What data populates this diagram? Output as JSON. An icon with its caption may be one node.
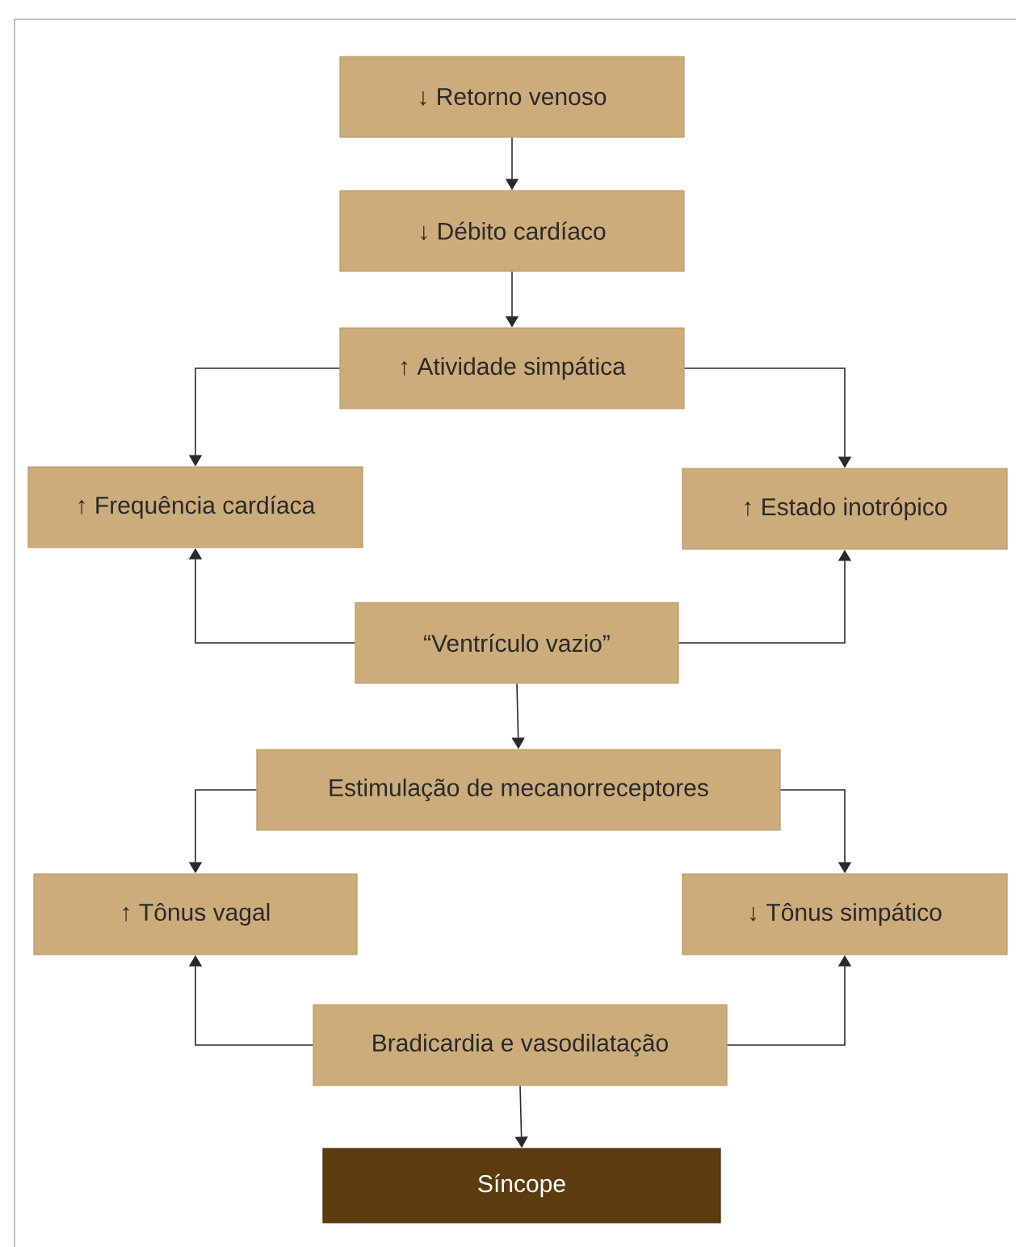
{
  "diagram": {
    "nodes": [
      {
        "text": [
          "↓ Retorno venoso"
        ]
      },
      {
        "text": [
          "↓ Débito cardíaco"
        ]
      },
      {
        "text": [
          "↑ Atividade simpática"
        ]
      },
      {
        "text": [
          "↑ Frequência cardíaca"
        ]
      },
      {
        "text": [
          "↑ Estado inotrópico"
        ]
      },
      {
        "text": [
          "“Ventrículo vazio”"
        ]
      },
      {
        "text": [
          "Estimulação de mecanorreceptores"
        ]
      },
      {
        "text": [
          "↑ Tônus vagal"
        ]
      },
      {
        "text": [
          "↓ Tônus simpático"
        ]
      },
      {
        "text": [
          "Bradicardia e vasodilatação"
        ]
      },
      {
        "text": [
          "Síncope"
        ]
      }
    ],
    "edges": [
      {
        "from": 0,
        "to": 1,
        "arrow": "to"
      },
      {
        "from": 1,
        "to": 2,
        "arrow": "to"
      },
      {
        "from": 2,
        "to": 3,
        "arrow": "to"
      },
      {
        "from": 2,
        "to": 4,
        "arrow": "to"
      },
      {
        "from": 5,
        "to": 3,
        "arrow": "to"
      },
      {
        "from": 5,
        "to": 4,
        "arrow": "to"
      },
      {
        "from": 5,
        "to": 6,
        "arrow": "to"
      },
      {
        "from": 6,
        "to": 7,
        "arrow": "to"
      },
      {
        "from": 6,
        "to": 8,
        "arrow": "to"
      },
      {
        "from": 9,
        "to": 7,
        "arrow": "to"
      },
      {
        "from": 9,
        "to": 8,
        "arrow": "to"
      },
      {
        "from": 9,
        "to": 10,
        "arrow": "to"
      }
    ]
  }
}
